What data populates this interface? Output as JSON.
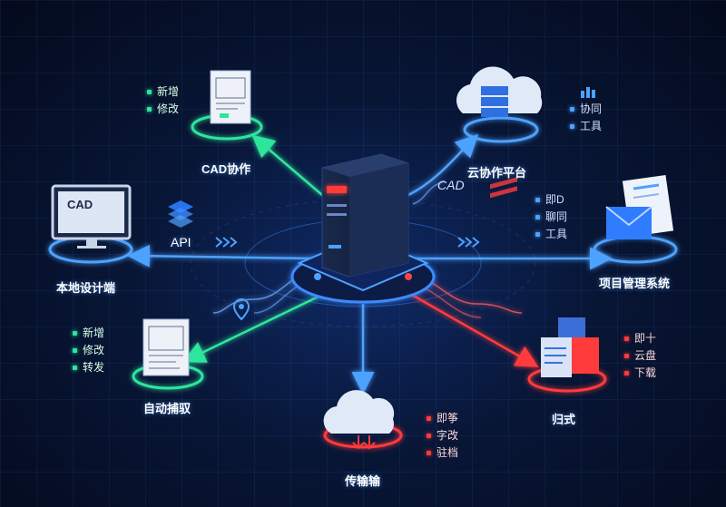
{
  "center": {
    "name": "server"
  },
  "nodes": {
    "cad": {
      "label": "CAD协作",
      "tags": [
        "新增",
        "修改"
      ]
    },
    "cloud": {
      "label": "云协作平台",
      "tags": [
        "协同",
        "工具"
      ]
    },
    "local": {
      "label": "本地设计端",
      "screen_text": "CAD"
    },
    "project": {
      "label": "项目管理系统",
      "tags": [
        "即D",
        "聊同",
        "工具"
      ]
    },
    "auto": {
      "label": "自动捕驭",
      "tags": [
        "新增",
        "修改",
        "转发"
      ]
    },
    "archive": {
      "label": "归式",
      "tags": [
        "即十",
        "云盘",
        "下载"
      ]
    },
    "transfer": {
      "label": "传输输",
      "tags": [
        "即筝",
        "字改",
        "驻档"
      ]
    }
  },
  "link_labels": {
    "api": "API",
    "cad": "CAD"
  },
  "colors": {
    "green": "#2ee59d",
    "blue": "#3d8bff",
    "red": "#ff3b3b",
    "bg": "#050b1f"
  }
}
